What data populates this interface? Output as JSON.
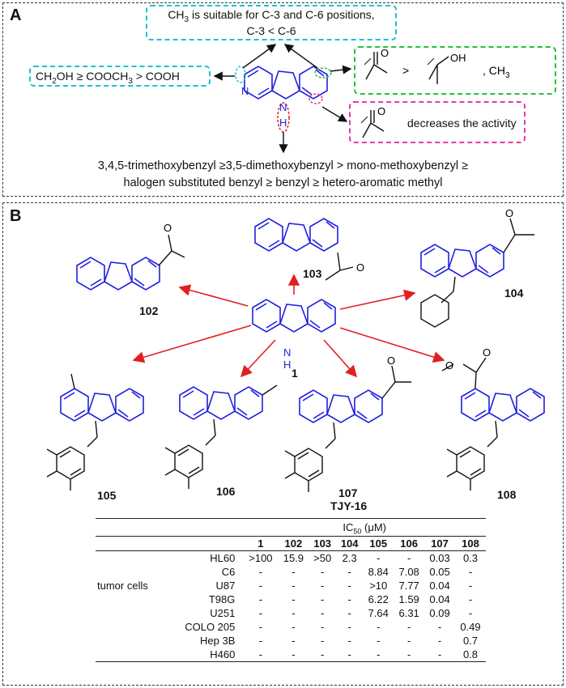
{
  "panel_a": {
    "letter": "A",
    "top_box_line1_pre": "CH",
    "top_box_line1_sub": "3",
    "top_box_line1_post": " is suitable for C-3 and C-6 positions,",
    "top_box_line2": "C-3 < C-6",
    "left_box_pre": "CH",
    "left_box_sub": "2",
    "left_box_post": "OH ≥ COOCH",
    "left_box_sub2": "3",
    "left_box_tail": " > COOH",
    "green_gt": ">",
    "green_oh": "OH",
    "green_ch3_pre": ", CH",
    "green_ch3_sub": "3",
    "green_o": "O",
    "magenta_o": "O",
    "magenta_text": "decreases the activity",
    "core_n1": "N",
    "core_nh": "N",
    "core_h": "H",
    "bottom_line1": "3,4,5-trimethoxybenzyl ≥3,5-dimethoxybenzyl > mono-methoxybenzyl ≥",
    "bottom_line2": "halogen substituted benzyl ≥ benzyl ≥ hetero-aromatic methyl"
  },
  "panel_b": {
    "letter": "B",
    "compounds": {
      "c1": "1",
      "c102": "102",
      "c103": "103",
      "c104": "104",
      "c105": "105",
      "c106": "106",
      "c107": "107",
      "c107_alias": "TJY-16",
      "c108": "108"
    },
    "atoms": {
      "n": "N",
      "h": "H",
      "o": "O"
    }
  },
  "table": {
    "title_pre": "IC",
    "title_sub": "50",
    "title_post": " (μM)",
    "columns": [
      "1",
      "102",
      "103",
      "104",
      "105",
      "106",
      "107",
      "108"
    ],
    "group_label": "tumor cells",
    "rows": [
      {
        "name": "HL60",
        "values": [
          ">100",
          "15.9",
          ">50",
          "2.3",
          "-",
          "-",
          "0.03",
          "0.3"
        ]
      },
      {
        "name": "C6",
        "values": [
          "-",
          "-",
          "-",
          "-",
          "8.84",
          "7.08",
          "0.05",
          "-"
        ]
      },
      {
        "name": "U87",
        "values": [
          "-",
          "-",
          "-",
          "-",
          ">10",
          "7.77",
          "0.04",
          "-"
        ]
      },
      {
        "name": "T98G",
        "values": [
          "-",
          "-",
          "-",
          "-",
          "6.22",
          "1.59",
          "0.04",
          "-"
        ]
      },
      {
        "name": "U251",
        "values": [
          "-",
          "-",
          "-",
          "-",
          "7.64",
          "6.31",
          "0.09",
          "-"
        ]
      },
      {
        "name": "COLO 205",
        "values": [
          "-",
          "-",
          "-",
          "-",
          "-",
          "-",
          "-",
          "0.49"
        ]
      },
      {
        "name": "Hep 3B",
        "values": [
          "-",
          "-",
          "-",
          "-",
          "-",
          "-",
          "-",
          "0.7"
        ]
      },
      {
        "name": "H460",
        "values": [
          "-",
          "-",
          "-",
          "-",
          "-",
          "-",
          "-",
          "0.8"
        ]
      }
    ]
  },
  "colors": {
    "scaffold": "#2020e0",
    "arrow_red": "#e02020",
    "cyan": "#19c3cc",
    "green": "#22c23a",
    "magenta": "#e23aa9"
  }
}
